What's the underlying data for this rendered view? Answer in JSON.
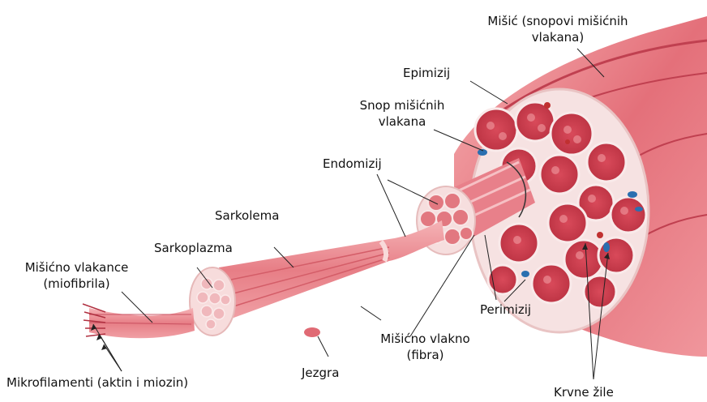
{
  "labels": {
    "misic_line1": "Mišić (snopovi mišićnih",
    "misic_line2": "vlakana)",
    "epimizij": "Epimizij",
    "snop_line1": "Snop mišićnih",
    "snop_line2": "vlakana",
    "endomizij": "Endomizij",
    "sarkolema": "Sarkolema",
    "sarkoplazma": "Sarkoplazma",
    "vlakance_line1": "Mišićno vlakance",
    "vlakance_line2": "(miofibrila)",
    "perimizij": "Perimizij",
    "vlakno_line1": "Mišićno vlakno",
    "vlakno_line2": "(fibra)",
    "jezgra": "Jezgra",
    "mikrofilamenti": "Mikrofilamenti (aktin i miozin)",
    "krvne_zile": "Krvne žile"
  },
  "colors": {
    "muscle_light": "#f4a0a4",
    "muscle_mid": "#e8707a",
    "muscle_dark": "#c8384a",
    "sheath": "#f7e4e4",
    "vessel_blue": "#2a6fb0"
  }
}
